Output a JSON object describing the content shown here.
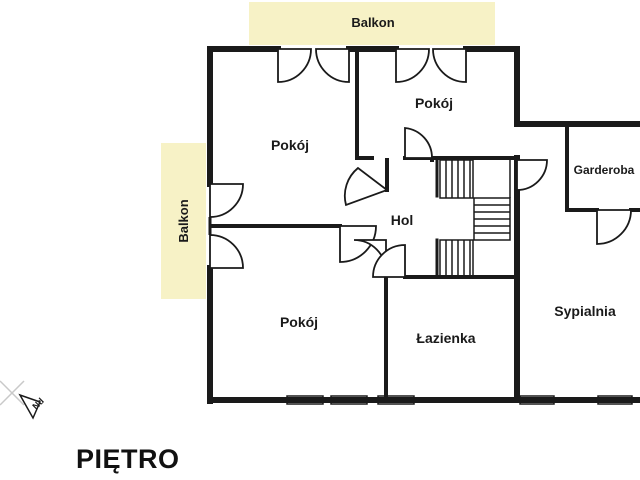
{
  "colors": {
    "wall": "#1a1a1a",
    "balcony_fill": "#f7f2c6",
    "window_glass": "#ffffff"
  },
  "floor": {
    "title": "PIĘTRO"
  },
  "balconies": {
    "top": "Balkon",
    "left": "Balkon"
  },
  "rooms": {
    "pokoj_left_top": "Pokój",
    "pokoj_right_top": "Pokój",
    "hol": "Hol",
    "pokoj_bottom": "Pokój",
    "lazienka": "Łazienka",
    "garderoba": "Garderoba",
    "sypialnia": "Sypialnia"
  },
  "compass": {
    "label": "Nd",
    "icon": "north-arrow-icon"
  }
}
